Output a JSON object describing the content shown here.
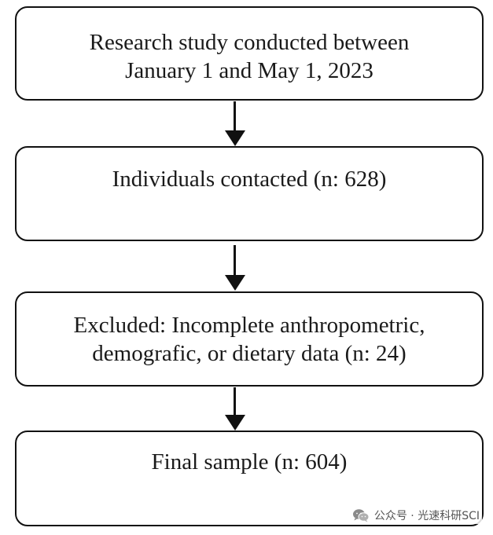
{
  "boxes": [
    {
      "lines": [
        "Research study conducted between",
        "January 1 and May 1, 2023"
      ]
    },
    {
      "lines": [
        "Individuals contacted (n: 628)"
      ]
    },
    {
      "lines": [
        "Excluded: Incomplete anthropometric,",
        "demografic, or dietary data (n: 24)"
      ]
    },
    {
      "lines": [
        "Final sample (n: 604)"
      ]
    }
  ],
  "watermark": {
    "icon": "wechat-icon",
    "text": "公众号 · 光速科研SCI"
  },
  "colors": {
    "stroke": "#111111",
    "text": "#1a1a1a",
    "background": "#ffffff"
  }
}
